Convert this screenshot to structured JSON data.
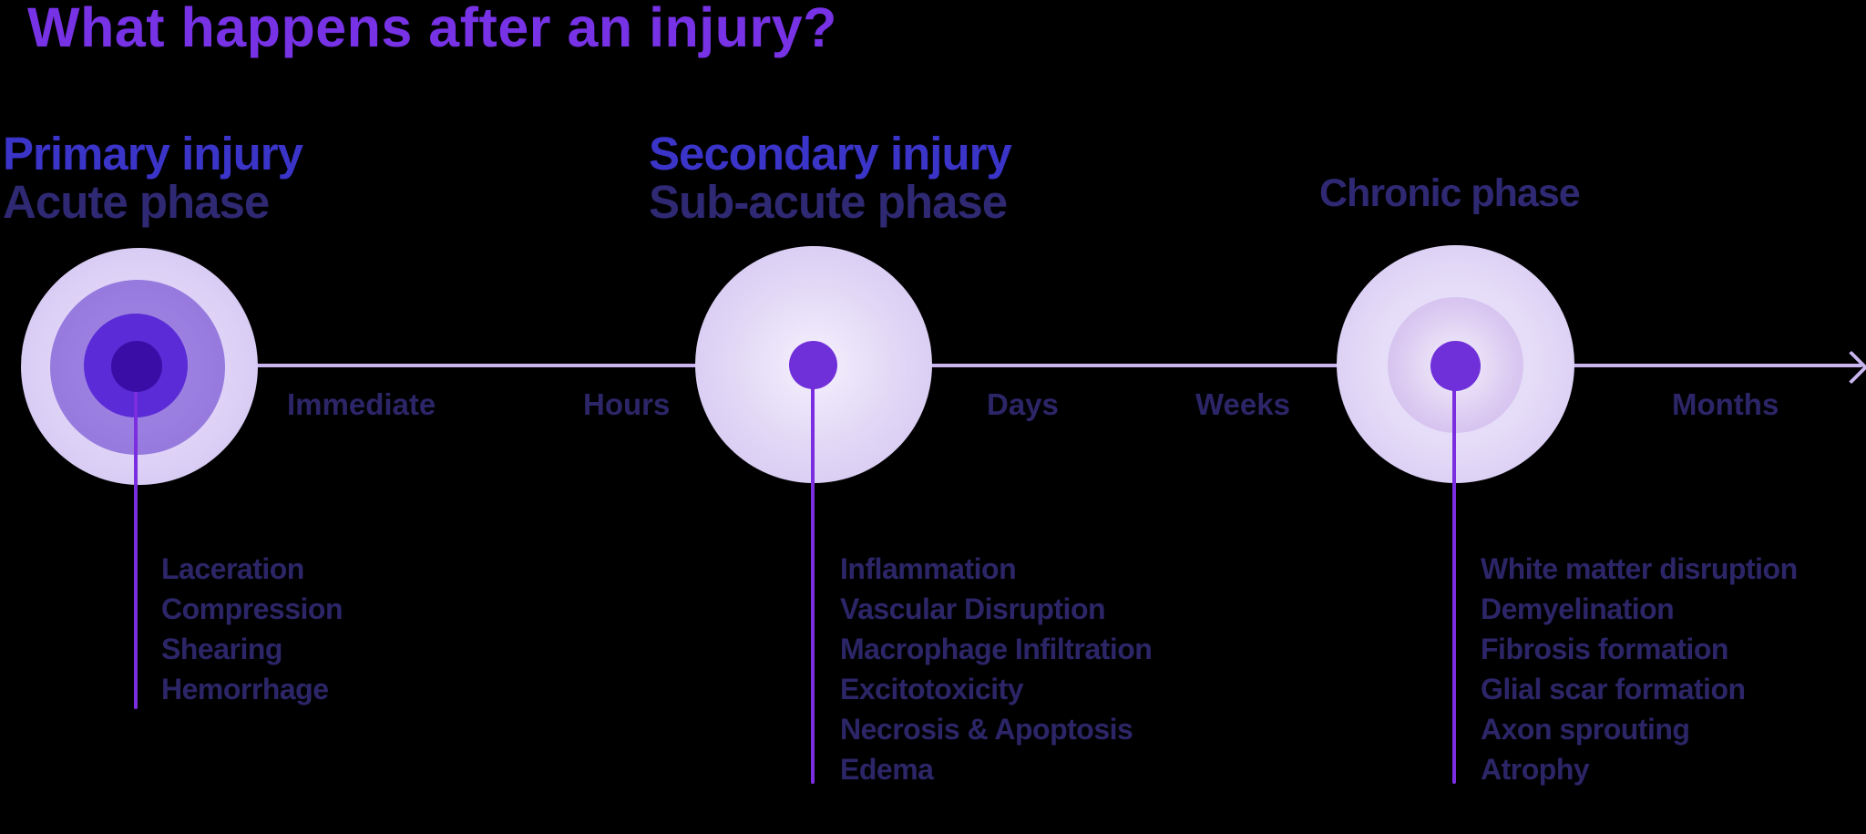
{
  "title": "What happens after an injury?",
  "colors": {
    "background": "#000000",
    "title_text": "#7732E5",
    "injury_header_text": "#3B34C8",
    "phase_header_text": "#2F2973",
    "body_text": "#2C2668",
    "timeline_line": "#C9B6F0",
    "drop_line": "#7A2EE0",
    "marker_dot": "#7030D9",
    "primary_core": "#3A0EA6",
    "primary_ring_mid": "#9678DE",
    "primary_ring_inner": "#5A2BD6",
    "halo_lavender": "#D2C2F1"
  },
  "timeline": {
    "labels": [
      "Immediate",
      "Hours",
      "Days",
      "Weeks",
      "Months"
    ]
  },
  "phases": [
    {
      "injury_label": "Primary injury",
      "phase_label": "Acute phase",
      "items": [
        "Laceration",
        "Compression",
        "Shearing",
        "Hemorrhage"
      ]
    },
    {
      "injury_label": "Secondary injury",
      "phase_label": "Sub-acute phase",
      "items": [
        "Inflammation",
        "Vascular Disruption",
        "Macrophage Infiltration",
        "Excitotoxicity",
        "Necrosis & Apoptosis",
        "Edema"
      ]
    },
    {
      "phase_label": "Chronic phase",
      "items": [
        "White matter disruption",
        "Demyelination",
        "Fibrosis formation",
        "Glial scar formation",
        "Axon sprouting",
        "Atrophy"
      ]
    }
  ]
}
